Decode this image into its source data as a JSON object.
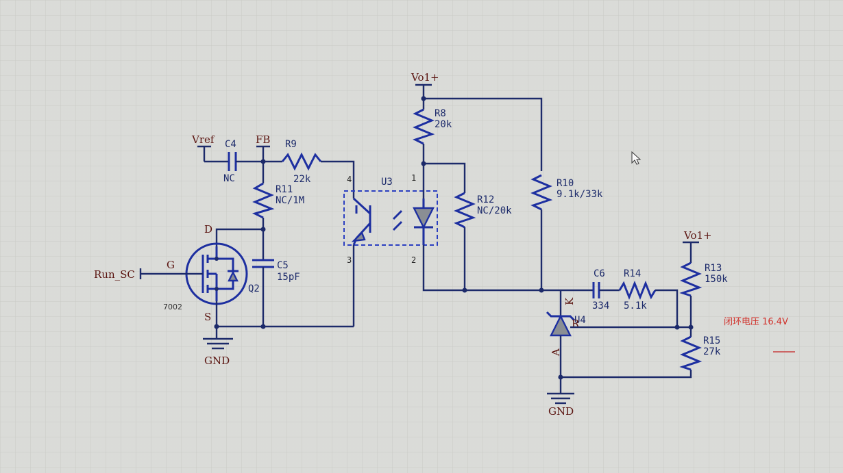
{
  "nets": {
    "vref": "Vref",
    "fb": "FB",
    "run_sc": "Run_SC",
    "gnd_left": "GND",
    "gnd_right": "GND",
    "vo1_top": "Vo1+",
    "vo1_right": "Vo1+"
  },
  "components": {
    "c4": {
      "ref": "C4",
      "value": "NC"
    },
    "r9": {
      "ref": "R9",
      "value": "22k"
    },
    "r11": {
      "ref": "R11",
      "value": "NC/1M"
    },
    "c5": {
      "ref": "C5",
      "value": "15pF"
    },
    "q2": {
      "ref": "Q2",
      "value": "7002",
      "pin_g": "G",
      "pin_d": "D",
      "pin_s": "S"
    },
    "u3": {
      "ref": "U3",
      "pin1": "1",
      "pin2": "2",
      "pin3": "3",
      "pin4": "4"
    },
    "r8": {
      "ref": "R8",
      "value": "20k"
    },
    "r12": {
      "ref": "R12",
      "value": "NC/20k"
    },
    "r10": {
      "ref": "R10",
      "value": "9.1k/33k"
    },
    "c6": {
      "ref": "C6",
      "value": "334"
    },
    "r14": {
      "ref": "R14",
      "value": "5.1k"
    },
    "r13": {
      "ref": "R13",
      "value": "150k"
    },
    "r15": {
      "ref": "R15",
      "value": "27k"
    },
    "u4": {
      "ref": "U4",
      "pin_k": "K",
      "pin_r": "R",
      "pin_a": "A"
    }
  },
  "annotation": "闭环电压 16.4V",
  "colors": {
    "wire": "#1c2a6a",
    "component": "#1d2fa0",
    "net_label": "#5a1410",
    "note": "#d0302a"
  }
}
